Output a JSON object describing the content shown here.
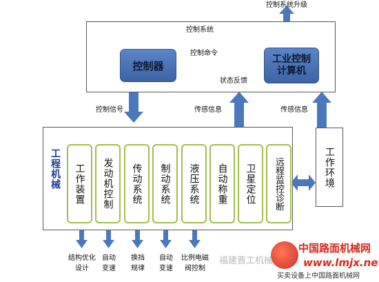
{
  "top_label": "控制系统升级",
  "control_system": {
    "title": "控制系统",
    "controller": "控制器",
    "computer": "工业控制计算机",
    "command_label": "控制命令",
    "feedback_label": "状态反馈"
  },
  "arrows": {
    "control_signal": "控制信号",
    "sensing_1": "传感信息",
    "sensing_2": "传感信息"
  },
  "machinery": {
    "title": "工程机械",
    "subsystems": [
      {
        "label": "工作装置"
      },
      {
        "label": "发动机控制"
      },
      {
        "label": "传动系统"
      },
      {
        "label": "制动系统"
      },
      {
        "label": "液压系统"
      },
      {
        "label": "自动称重"
      },
      {
        "label": "卫星定位"
      },
      {
        "label": "远程监控诊断"
      }
    ]
  },
  "environment": "工作环境",
  "outputs": [
    {
      "line1": "结构优化",
      "line2": "设计"
    },
    {
      "line1": "自动",
      "line2": "变速"
    },
    {
      "line1": "换挡",
      "line2": "规律"
    },
    {
      "line1": "自动",
      "line2": "变速"
    },
    {
      "line1": "比例电磁",
      "line2": "阀控制"
    }
  ],
  "watermark": {
    "site_cn": "中国路面机械网",
    "site_url": "www.lmjx.net",
    "tagline": "买卖设备上中国路面机械网",
    "channel": "福建晋工机械"
  },
  "colors": {
    "blue_box": "#4a74b8",
    "arrow_blue": "#4a78bd",
    "subsystem_border": "#9fbf4a",
    "watermark_red": "#d42a1e"
  }
}
